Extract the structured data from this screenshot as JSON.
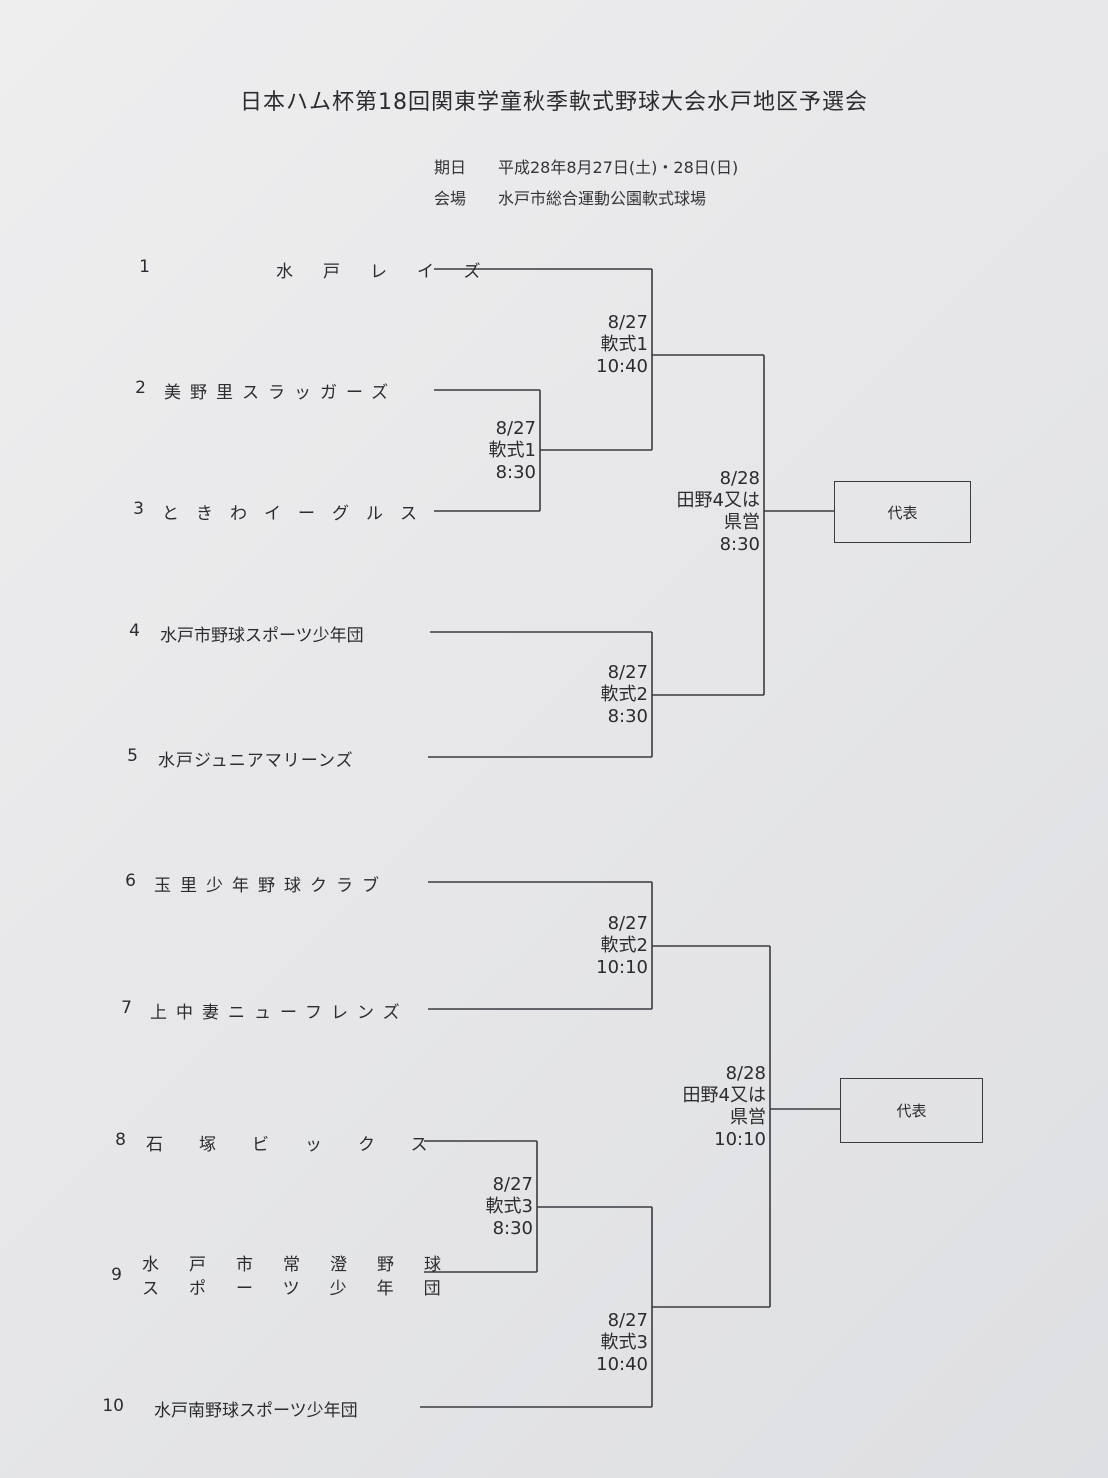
{
  "title": "日本ハム杯第18回関東学童秋季軟式野球大会水戸地区予選会",
  "schedule": {
    "date_label": "期日",
    "date_value": "平成28年8月27日(土)・28日(日)",
    "venue_label": "会場",
    "venue_value": "水戸市総合運動公園軟式球場"
  },
  "teams": [
    {
      "no": "1",
      "name": "水戸レイズ"
    },
    {
      "no": "2",
      "name": "美野里スラッガーズ"
    },
    {
      "no": "3",
      "name": "ときわイーグルス"
    },
    {
      "no": "4",
      "name": "水戸市野球スポーツ少年団"
    },
    {
      "no": "5",
      "name": "水戸ジュニアマリーンズ"
    },
    {
      "no": "6",
      "name": "玉里少年野球クラブ"
    },
    {
      "no": "7",
      "name": "上中妻ニューフレンズ"
    },
    {
      "no": "8",
      "name": "石塚ビックス"
    },
    {
      "no": "9",
      "name_line1": "水戸市常澄野球",
      "name_line2": "スポーツ少年団"
    },
    {
      "no": "10",
      "name": "水戸南野球スポーツ少年団"
    }
  ],
  "matches": {
    "m1": {
      "date": "8/27",
      "field": "軟式1",
      "time": "8:30"
    },
    "m2": {
      "date": "8/27",
      "field": "軟式1",
      "time": "10:40"
    },
    "m3": {
      "date": "8/27",
      "field": "軟式2",
      "time": "8:30"
    },
    "m4": {
      "date": "8/28",
      "field": "田野4又は",
      "field2": "県営",
      "time": "8:30"
    },
    "m5": {
      "date": "8/27",
      "field": "軟式2",
      "time": "10:10"
    },
    "m6": {
      "date": "8/27",
      "field": "軟式3",
      "time": "8:30"
    },
    "m7": {
      "date": "8/27",
      "field": "軟式3",
      "time": "10:40"
    },
    "m8": {
      "date": "8/28",
      "field": "田野4又は",
      "field2": "県営",
      "time": "10:10"
    }
  },
  "representative_label_a": "代表",
  "representative_label_b": "代表"
}
